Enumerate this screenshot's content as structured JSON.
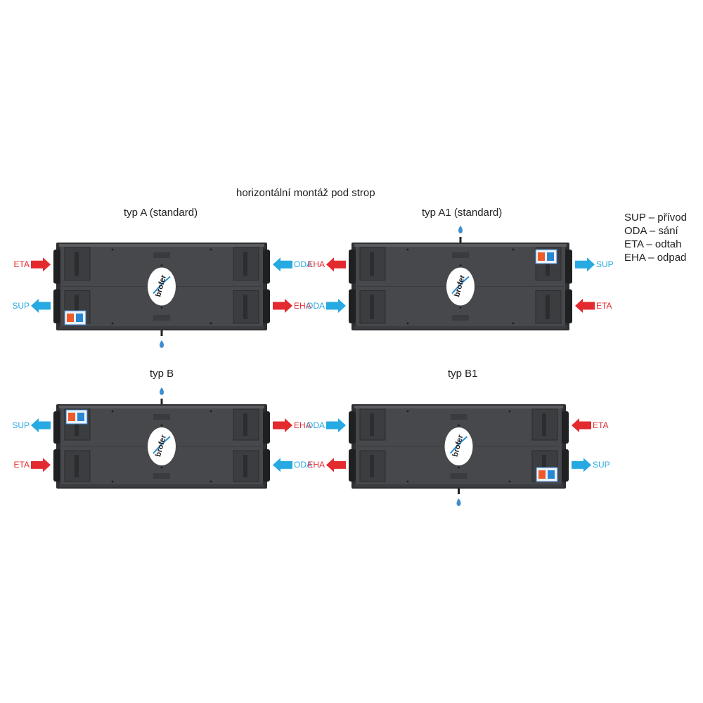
{
  "title": "horizontální montáž pod strop",
  "legend": [
    "SUP – přívod",
    "ODA – sání",
    "ETA – odtah",
    "EHA – odpad"
  ],
  "colors": {
    "warm_arrow": "#e32a2f",
    "cool_arrow": "#27a9e1",
    "unit_body": "#47484b",
    "unit_frame": "#2e2f31",
    "water_drop": "#3d8ed0"
  },
  "brand": "brofer",
  "units": [
    {
      "type_label": "typ A (standard)",
      "left_top": {
        "code": "ETA",
        "kind": "warm",
        "direction": "in"
      },
      "left_bottom": {
        "code": "SUP",
        "kind": "cool",
        "direction": "out"
      },
      "right_top": {
        "code": "ODA",
        "kind": "cool",
        "direction": "in"
      },
      "right_bottom": {
        "code": "EHA",
        "kind": "warm",
        "direction": "out"
      },
      "drain": "bottom",
      "panel": "bottom-left"
    },
    {
      "type_label": "typ A1 (standard)",
      "left_top": {
        "code": "EHA",
        "kind": "warm",
        "direction": "out"
      },
      "left_bottom": {
        "code": "ODA",
        "kind": "cool",
        "direction": "in"
      },
      "right_top": {
        "code": "SUP",
        "kind": "cool",
        "direction": "out"
      },
      "right_bottom": {
        "code": "ETA",
        "kind": "warm",
        "direction": "in"
      },
      "drain": "top",
      "panel": "top-right"
    },
    {
      "type_label": "typ B",
      "left_top": {
        "code": "SUP",
        "kind": "cool",
        "direction": "out"
      },
      "left_bottom": {
        "code": "ETA",
        "kind": "warm",
        "direction": "in"
      },
      "right_top": {
        "code": "EHA",
        "kind": "warm",
        "direction": "out"
      },
      "right_bottom": {
        "code": "ODA",
        "kind": "cool",
        "direction": "in"
      },
      "drain": "top",
      "panel": "top-left"
    },
    {
      "type_label": "typ B1",
      "left_top": {
        "code": "ODA",
        "kind": "cool",
        "direction": "in"
      },
      "left_bottom": {
        "code": "EHA",
        "kind": "warm",
        "direction": "out"
      },
      "right_top": {
        "code": "ETA",
        "kind": "warm",
        "direction": "in"
      },
      "right_bottom": {
        "code": "SUP",
        "kind": "cool",
        "direction": "out"
      },
      "drain": "bottom",
      "panel": "bottom-right"
    }
  ]
}
